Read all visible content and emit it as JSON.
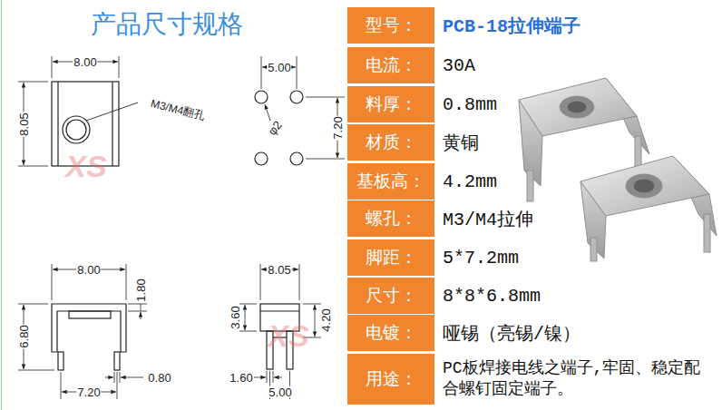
{
  "diagram": {
    "title": "产品尺寸规格",
    "labels": [
      "8.00",
      "8.05",
      "M3/M4翻孔",
      "5.00",
      "7.20",
      "φ2",
      "8.00",
      "1.80",
      "6.80",
      "0.80",
      "7.20",
      "8.05",
      "3.60",
      "4.20",
      "1.60",
      "5.00",
      "XS",
      "XS",
      "型号：",
      "PCB-18拉伸端子",
      "电流：",
      "30A",
      "料厚：",
      "0.8mm",
      "材质：",
      "黄铜",
      "基板高：",
      "4.2mm",
      "螺孔：",
      "M3/M4拉伸",
      "脚距：",
      "5*7.2mm",
      "尺寸：",
      "8*8*6.8mm",
      "电镀：",
      "哑锡（亮锡/镍）",
      "用途：",
      "PC板焊接电线之端子,牢固、稳定配合螺钉固定端子。"
    ]
  }
}
